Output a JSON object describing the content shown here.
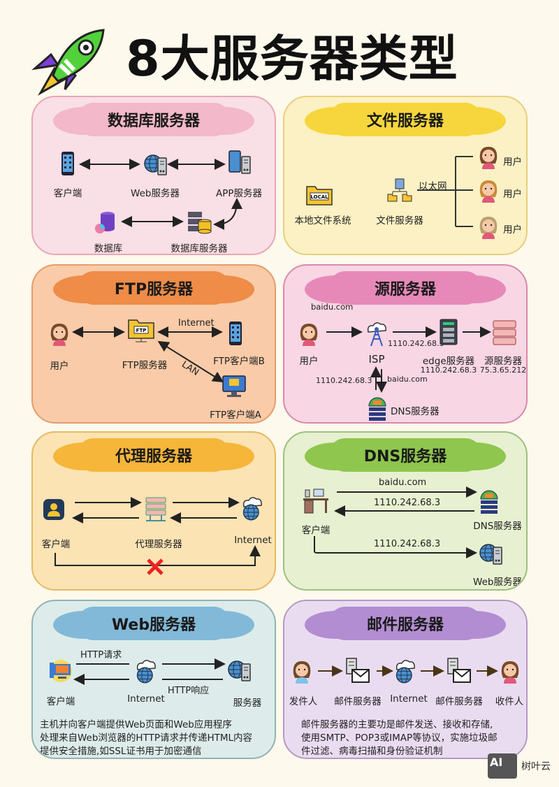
{
  "title": "8大服务器类型",
  "colors": {
    "background": "#fdf9ec"
  },
  "panels": {
    "database": {
      "title": "数据库服务器",
      "bg": "#f9dfe6",
      "border": "#e7a7b7",
      "cloud": "#f3b8c9",
      "nodes": {
        "client": "客户端",
        "web": "Web服务器",
        "app": "APP服务器",
        "db": "数据库",
        "dbserver": "数据库服务器"
      }
    },
    "file": {
      "title": "文件服务器",
      "bg": "#fcf1c4",
      "border": "#e8cf7a",
      "cloud": "#f6d63c",
      "nodes": {
        "local": "本地文件系统",
        "fileserver": "文件服务器",
        "ethernet": "以太网",
        "user1": "用户",
        "user2": "用户",
        "user3": "用户"
      },
      "local_badge": "LOCAL"
    },
    "ftp": {
      "title": "FTP服务器",
      "bg": "#f9cba8",
      "border": "#e59c6a",
      "cloud": "#ee8c48",
      "nodes": {
        "user": "用户",
        "ftp": "FTP服务器",
        "clientB": "FTP客户端B",
        "clientA": "FTP客户端A"
      },
      "internet": "Internet",
      "lan": "LAN",
      "ftp_badge": "FTP"
    },
    "origin": {
      "title": "源服务器",
      "bg": "#f8d6e4",
      "border": "#d989ad",
      "cloud": "#e789b8",
      "nodes": {
        "user": "用户",
        "isp": "ISP",
        "edge": "edge服务器",
        "edge_ip": "1110.242.68.3",
        "origin": "源服务器",
        "origin_ip": "75.3.65.212",
        "dns": "DNS服务器"
      },
      "domain_top": "baidu.com",
      "ip_isp_edge": "1110.242.68.3",
      "ip_dns_up": "1110.242.68.3",
      "domain_down": "baidu.com"
    },
    "proxy": {
      "title": "代理服务器",
      "bg": "#fbe3b4",
      "border": "#e8b862",
      "cloud": "#f6b63a",
      "nodes": {
        "client": "客户端",
        "proxy": "代理服务器",
        "internet": "Internet"
      }
    },
    "dns": {
      "title": "DNS服务器",
      "bg": "#e7f0d0",
      "border": "#9cc080",
      "cloud": "#8fc64e",
      "nodes": {
        "client": "客户端",
        "dns": "DNS服务器",
        "web": "Web服务器"
      },
      "query": "baidu.com",
      "reply": "1110.242.68.3",
      "request": "1110.242.68.3"
    },
    "web": {
      "title": "Web服务器",
      "bg": "#ddecea",
      "border": "#8fb3b3",
      "cloud": "#82b9d8",
      "nodes": {
        "client": "客户端",
        "internet": "Internet",
        "server": "服务器"
      },
      "request": "HTTP请求",
      "response": "HTTP响应",
      "desc": [
        "主机并向客户端提供Web页面和Web应用程序",
        "处理来自Web浏览器的HTTP请求并传递HTML内容",
        "提供安全措施,如SSL证书用于加密通信"
      ]
    },
    "mail": {
      "title": "邮件服务器",
      "bg": "#eadcf0",
      "border": "#b39ac5",
      "cloud": "#b38dd2",
      "nodes": {
        "sender": "发件人",
        "mail1": "邮件服务器",
        "internet": "Internet",
        "mail2": "邮件服务器",
        "receiver": "收件人"
      },
      "desc": [
        "邮件服务器的主要功是邮件发送、接收和存储,",
        "使用SMTP、POP3或IMAP等协议，实施垃圾邮",
        "件过滤、病毒扫描和身份验证机制"
      ]
    }
  },
  "logo": {
    "mark": "AI",
    "name": "树叶云"
  }
}
